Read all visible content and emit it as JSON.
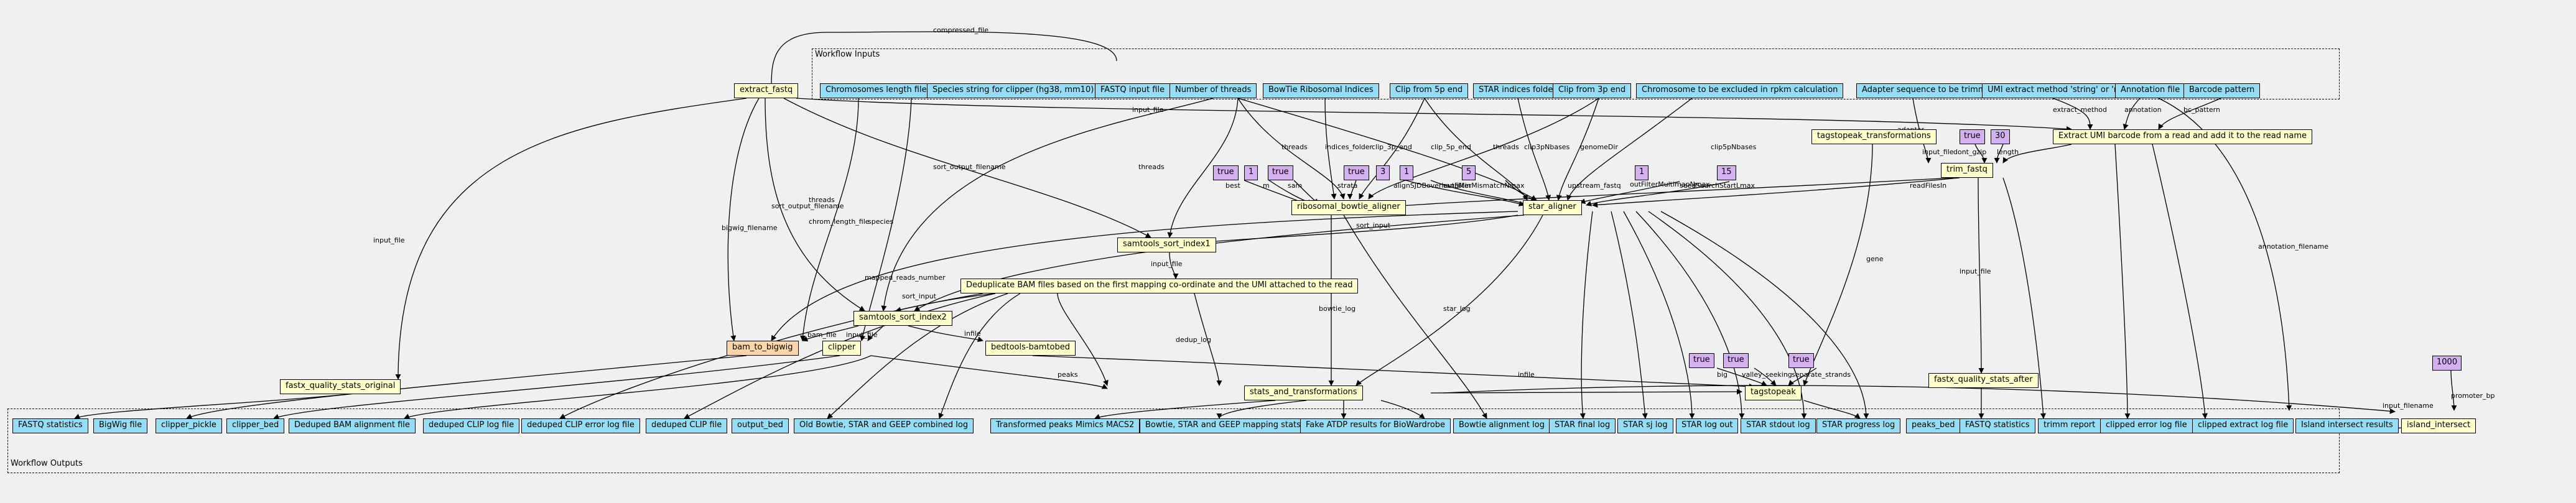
{
  "clusters": {
    "inputs_label": "Workflow Inputs",
    "outputs_label": "Workflow Outputs"
  },
  "inputs": [
    "Chromosomes length file",
    "Species string for clipper (hg38, mm10)",
    "FASTQ input file",
    "Number of threads",
    "BowTie Ribosomal Indices",
    "Clip from 5p end",
    "STAR indices folder",
    "Clip from 3p end",
    "Chromosome to be excluded in rpkm calculation",
    "Adapter sequence to be trimmed",
    "UMI extract method 'string' or 'regex'",
    "Annotation file",
    "Barcode pattern"
  ],
  "steps": {
    "extract_fastq": "extract_fastq",
    "tagstopeak_transformations": "tagstopeak_transformations",
    "umi_extract": "Extract UMI barcode from a read and add it to the read name",
    "trim_fastq": "trim_fastq",
    "ribosomal_bowtie_aligner": "ribosomal_bowtie_aligner",
    "star_aligner": "star_aligner",
    "samtools_sort_index1": "samtools_sort_index1",
    "dedup": "Deduplicate BAM files based on the first mapping co-ordinate and the UMI attached to the read",
    "samtools_sort_index2": "samtools_sort_index2",
    "bam_to_bigwig": "bam_to_bigwig",
    "clipper": "clipper",
    "bedtools_bamtobed": "bedtools-bamtobed",
    "fastx_quality_stats_original": "fastx_quality_stats_original",
    "stats_and_transformations": "stats_and_transformations",
    "tagstopeak": "tagstopeak",
    "fastx_quality_stats_after": "fastx_quality_stats_after",
    "island_intersect": "island_intersect"
  },
  "values": {
    "umi_true": "true",
    "umi_30": "30",
    "bowtie_true1": "true",
    "bowtie_1": "1",
    "bowtie_true2": "true",
    "star_true": "true",
    "star_3": "3",
    "star_1a": "1",
    "star_5": "5",
    "star_1b": "1",
    "star_15": "15",
    "tag_true1": "true",
    "tag_true2": "true",
    "tag_true3": "true",
    "island_1000": "1000"
  },
  "outputs": [
    "FASTQ statistics",
    "BigWig file",
    "clipper_pickle",
    "clipper_bed",
    "Deduped BAM alignment file",
    "deduped CLIP log file",
    "deduped CLIP error log file",
    "deduped CLIP file",
    "output_bed",
    "Old Bowtie, STAR and GEEP combined log",
    "Transformed peaks Mimics MACS2",
    "Bowtie, STAR and GEEP mapping stats",
    "Fake ATDP results for BioWardrobe",
    "Bowtie alignment log",
    "STAR final log",
    "STAR sj log",
    "STAR log out",
    "STAR stdout log",
    "STAR progress log",
    "peaks_bed",
    "FASTQ statistics",
    "trimm report",
    "clipped error log file",
    "clipped extract log file",
    "Island intersect results"
  ],
  "edge_labels": {
    "compressed_file": "compressed_file",
    "input_file_top": "input_file",
    "extract_method": "extract_method",
    "annotation": "annotation",
    "bc_pattern": "bc_pattern",
    "adapter": "adapter",
    "dont_gzip": "dont_gzip",
    "length": "length",
    "input_file_trim": "input_file",
    "sort_output_filename_top": "sort_output_filename",
    "threads_a": "threads",
    "threads_b": "threads",
    "threads_c": "threads",
    "threads_d": "threads",
    "indices_folder": "indices_folder",
    "clip_3p_end": "clip_3p_end",
    "clip_5p_end": "clip_5p_end",
    "clip3pNbases": "clip3pNbases",
    "clip5pNbases": "clip5pNbases",
    "genomeDir": "genomeDir",
    "best": "best",
    "m": "m",
    "sam": "sam",
    "strata": "strata",
    "alignSJDBoverhangMin": "alignSJDBoverhangMin",
    "outFilterMismatchNmax": "outFilterMismatchNmax",
    "outFilterMultimapNmax": "outFilterMultimapNmax",
    "upstream_fastq": "upstream_fastq",
    "seedSearchStartLmax": "seedSearchStartLmax",
    "readFilesIn": "readFilesIn",
    "sort_input_a": "sort_input",
    "input_file_dedup": "input_file",
    "bigwig_filename": "bigwig_filename",
    "sort_output_filename_b": "sort_output_filename",
    "chrom_length_file": "chrom_length_file",
    "species": "species",
    "mapped_reads_number": "mapped_reads_number",
    "sort_input_b": "sort_input",
    "bam_file": "bam_file",
    "input_file_clip": "input_file",
    "bowtie_log": "bowtie_log",
    "star_log": "star_log",
    "dedup_log": "dedup_log",
    "peaks": "peaks",
    "infile_a": "infile",
    "infile_b": "infile",
    "gene": "gene",
    "big": "big",
    "valley_seeking": "valley_seeking",
    "separate_strands": "separate_strands",
    "input_file_fastx": "input_file",
    "input_file_orig": "input_file",
    "annotation_filename": "annotation_filename",
    "input_filename": "input_filename",
    "promoter_bp": "promoter_bp"
  }
}
